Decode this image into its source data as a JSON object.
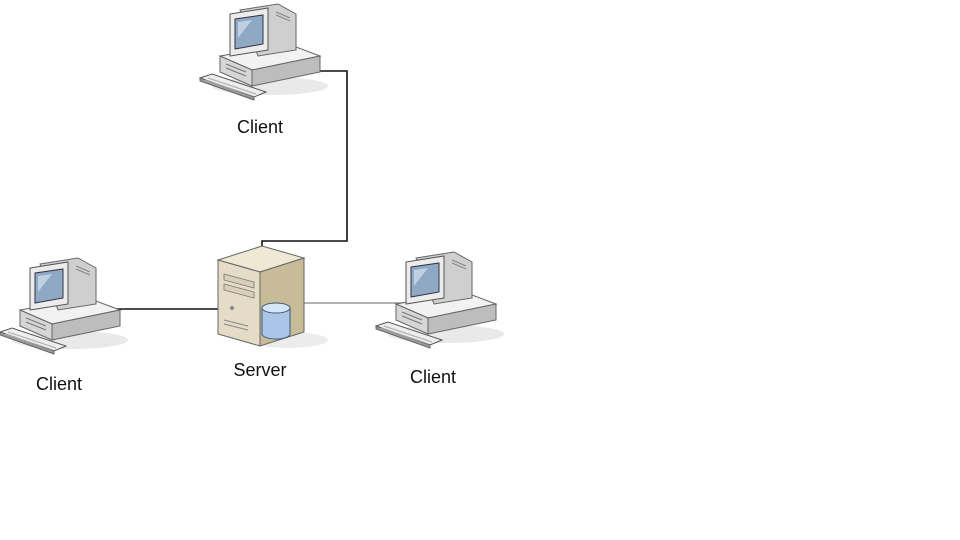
{
  "colors": {
    "background": "#ffffff",
    "link": "#111111",
    "link_light": "#9a9a9a",
    "monitor_body": "#e8e8e8",
    "monitor_shadow": "#b8b8b8",
    "screen": "#8fa9c4",
    "screen_highlight": "#c9daea",
    "server_body": "#e4dcc6",
    "server_side": "#c8bb98",
    "database": "#a9c6e8"
  },
  "nodes": {
    "client_top": {
      "label": "Client",
      "icon": "desktop-computer-icon"
    },
    "client_left": {
      "label": "Client",
      "icon": "desktop-computer-icon"
    },
    "client_right": {
      "label": "Client",
      "icon": "desktop-computer-icon"
    },
    "server": {
      "label": "Server",
      "icon": "server-tower-icon"
    }
  }
}
